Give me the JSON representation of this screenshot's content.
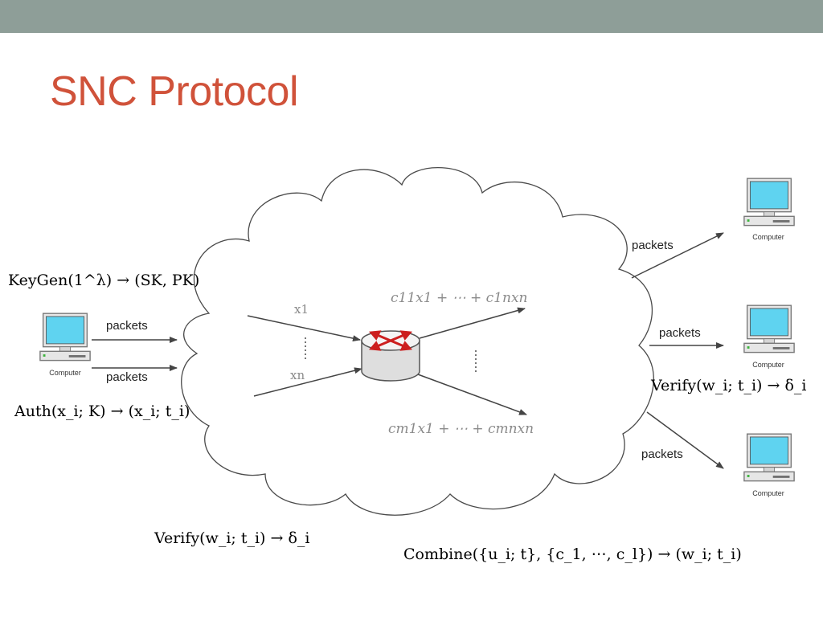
{
  "slide": {
    "title": "SNC Protocol"
  },
  "diagram": {
    "keygen": "KeyGen(1^λ) → (SK, PK)",
    "auth": "Auth(x_i; K) → (x_i; t_i)",
    "verify_bottom": "Verify(w_i; t_i) → δ_i",
    "verify_right": "Verify(w_i; t_i) → δ_i",
    "combine": "Combine({u_i; t}, {c_1, ⋯, c_l}) → (w_i; t_i)",
    "input_x1": "x1",
    "input_xn": "xn",
    "output_top": "c11x1 + ⋯ + c1nxn",
    "output_bottom": "cm1x1 + ⋯ + cmnxn",
    "packets_label": "packets",
    "computer_caption": "Computer"
  },
  "colors": {
    "top_bar": "#8e9e98",
    "title": "#d0523a",
    "router_arrows": "#cc1f1f",
    "screen": "#5fd3f0"
  }
}
